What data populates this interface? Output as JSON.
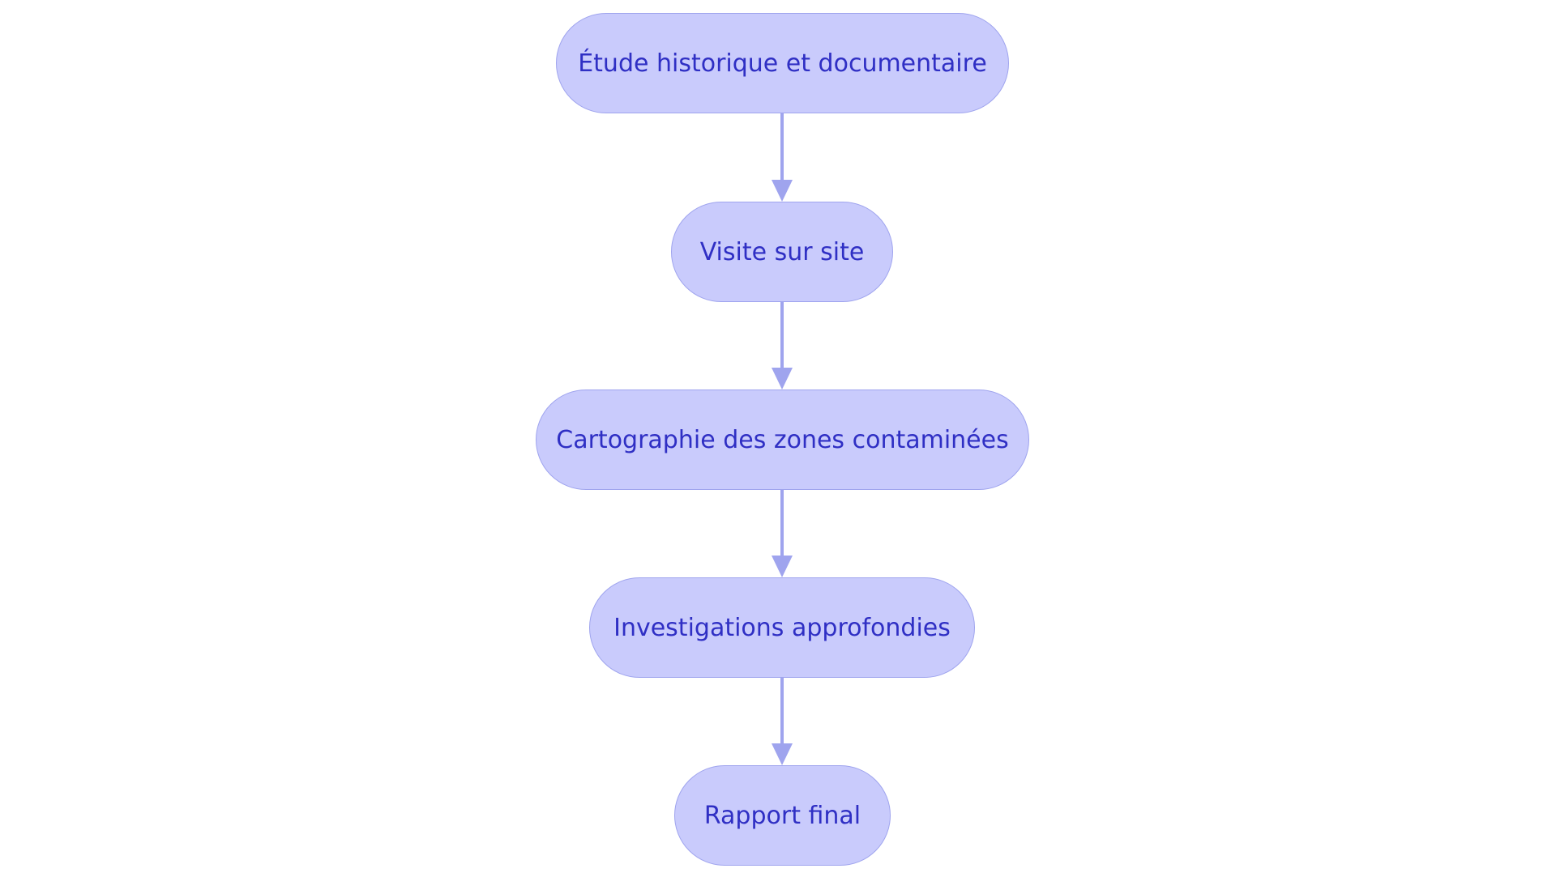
{
  "diagram": {
    "type": "flowchart",
    "direction": "top-to-bottom",
    "colors": {
      "node_fill": "#c9cbfc",
      "node_border": "#9fa4ee",
      "node_text": "#2f2fc4",
      "edge": "#9fa4ee"
    },
    "nodes": [
      {
        "id": "n1",
        "label": "Étude historique et documentaire"
      },
      {
        "id": "n2",
        "label": "Visite sur site"
      },
      {
        "id": "n3",
        "label": "Cartographie des zones contaminées"
      },
      {
        "id": "n4",
        "label": "Investigations approfondies"
      },
      {
        "id": "n5",
        "label": "Rapport final"
      }
    ],
    "edges": [
      {
        "from": "n1",
        "to": "n2"
      },
      {
        "from": "n2",
        "to": "n3"
      },
      {
        "from": "n3",
        "to": "n4"
      },
      {
        "from": "n4",
        "to": "n5"
      }
    ]
  }
}
